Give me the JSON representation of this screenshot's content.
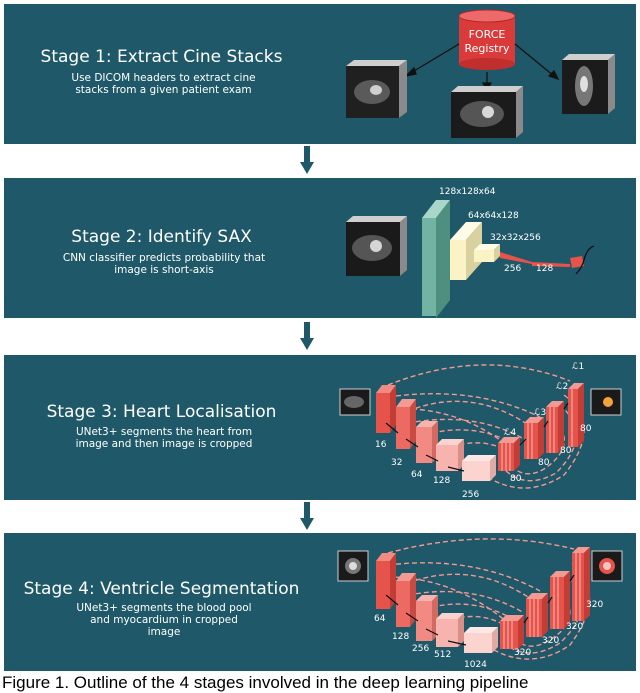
{
  "stage1": {
    "title": "Stage 1: Extract Cine Stacks",
    "description": "Use DICOM headers to extract cine stacks from a given patient exam",
    "registry_line1": "FORCE",
    "registry_line2": "Registry"
  },
  "stage2": {
    "title": "Stage 2: Identify SAX",
    "description": "CNN classifier predicts probability that image is short-axis",
    "layers": [
      "128x128x64",
      "64x64x128",
      "32x32x256",
      "256",
      "128"
    ]
  },
  "stage3": {
    "title": "Stage 3: Heart Localisation",
    "description": "UNet3+ segments the heart from image and then image is cropped",
    "encoder_labels": [
      "16",
      "32",
      "64",
      "128",
      "256"
    ],
    "decoder_labels": [
      "80",
      "80",
      "80",
      "80"
    ],
    "loss_labels": [
      "ℒ1",
      "ℒ2",
      "ℒ3",
      "ℒ4"
    ]
  },
  "stage4": {
    "title": "Stage 4: Ventricle Segmentation",
    "description": "UNet3+ segments the blood pool and myocardium in cropped image",
    "encoder_labels": [
      "64",
      "128",
      "256",
      "512",
      "1024"
    ],
    "decoder_labels": [
      "320",
      "320",
      "320",
      "320"
    ]
  },
  "caption": "Figure 1. Outline of the 4 stages involved in the deep learning pipeline",
  "colors": {
    "panel": "#1f5868",
    "arrow": "#1f5868",
    "registry": "#d93a3a",
    "unet_red": "#e5534b",
    "unet_pink": "#f7c5bf",
    "cnn_teal": "#73b3a3",
    "cnn_yellow": "#fbf3c6"
  }
}
